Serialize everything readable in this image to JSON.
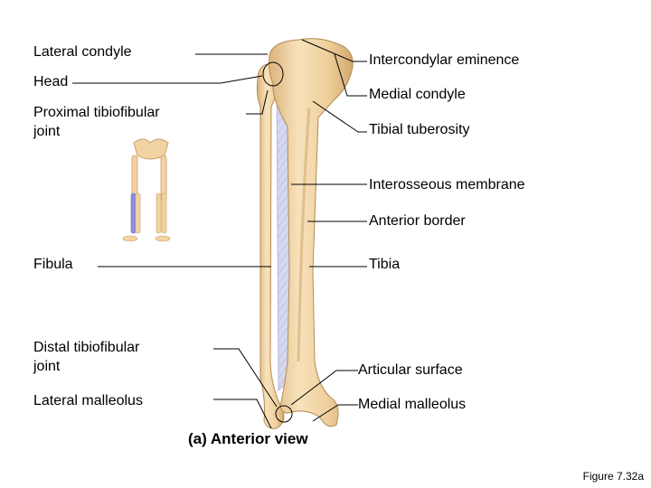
{
  "labels": {
    "lateral_condyle": "Lateral condyle",
    "head": "Head",
    "proximal_tibiofibular": [
      "Proximal tibiofibular",
      "joint"
    ],
    "fibula": "Fibula",
    "distal_tibiofibular": [
      "Distal tibiofibular",
      "joint"
    ],
    "lateral_malleolus": "Lateral malleolus",
    "intercondylar_eminence": "Intercondylar eminence",
    "medial_condyle": "Medial condyle",
    "tibial_tuberosity": "Tibial tuberosity",
    "interosseous_membrane": "Interosseous membrane",
    "anterior_border": "Anterior border",
    "tibia": "Tibia",
    "articular_surface": "Articular surface",
    "medial_malleolus": "Medial malleolus"
  },
  "caption": "(a) Anterior view",
  "figure_number": "Figure 7.32a",
  "colors": {
    "bone": "#f2d3a2",
    "bone_shadow": "#d9b07a",
    "membrane": "#cfd3ec",
    "fibula_highlight": "#8a8fe0",
    "leader": "#000000"
  }
}
